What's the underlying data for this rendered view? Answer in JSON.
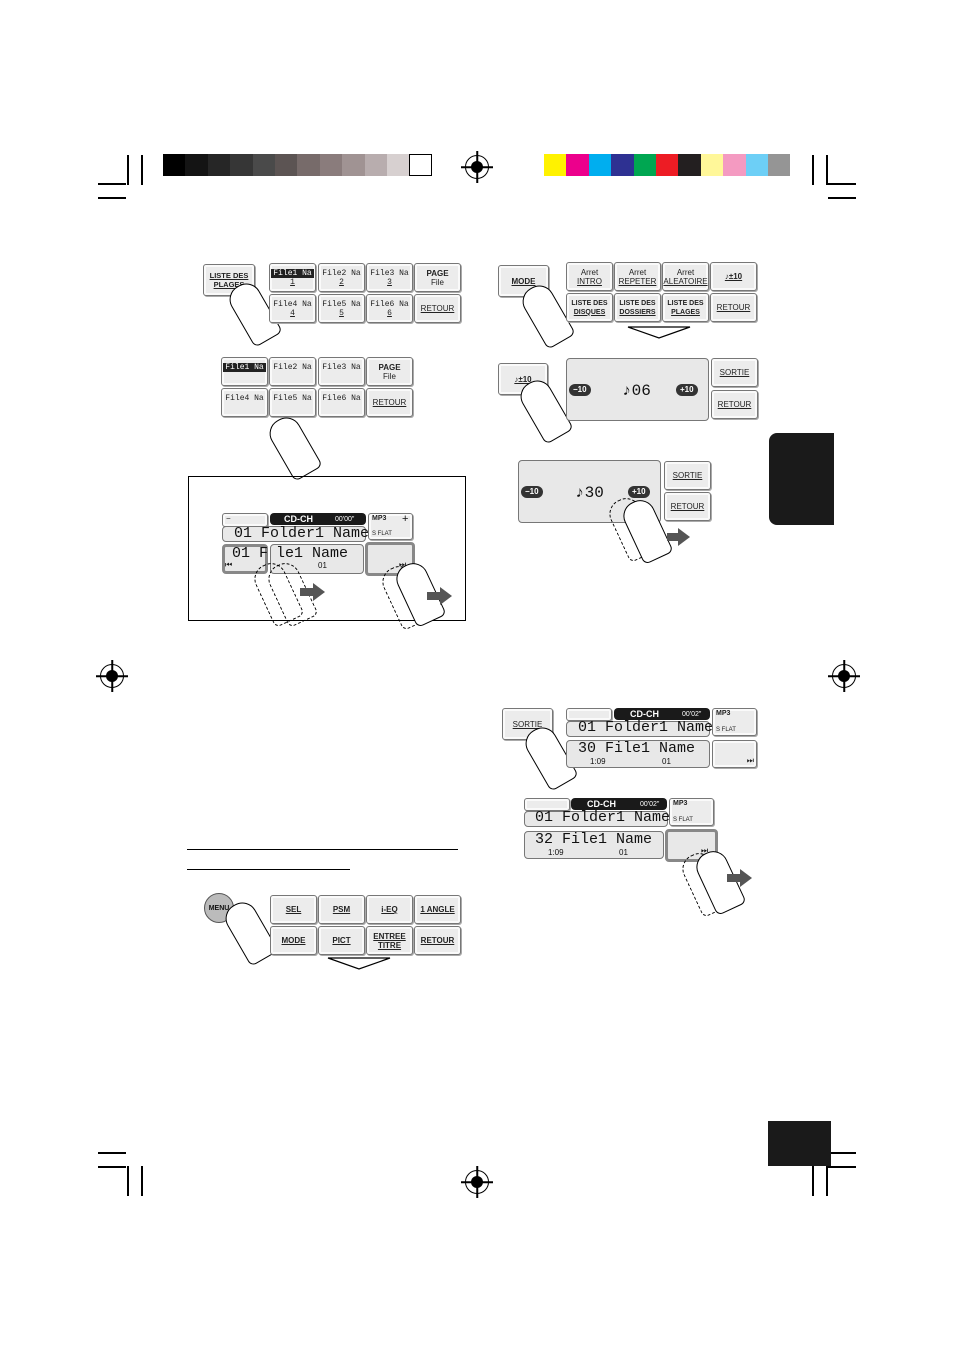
{
  "colors": {
    "gray_ramp": [
      "#000000",
      "#141414",
      "#262626",
      "#363636",
      "#4a4a4a",
      "#5c5453",
      "#776b6a",
      "#8a7c7c",
      "#a09393",
      "#b8adae",
      "#d7d0d0",
      "#ffffff"
    ],
    "color_bar": [
      "#fff200",
      "#ec008c",
      "#00aeef",
      "#2e3192",
      "#00a651",
      "#ed1c24",
      "#231f20",
      "#fff799",
      "#f49ac1",
      "#6dcff6",
      "#959595"
    ],
    "side_tab": "#1a1a1a",
    "page_box": "#1a1a1a"
  },
  "icons": [
    "registration-mark",
    "finger-pointer",
    "arrow-right",
    "down-arrow-outline"
  ],
  "panel_a": {
    "liste_des_plages": "LISTE DES PLAGES",
    "files_row1": [
      "File1 Na",
      "File2 Na",
      "File3 Na"
    ],
    "files_row2": [
      "File4 Na",
      "File5 Na",
      "File6 Na"
    ],
    "track_nums": [
      "1",
      "2",
      "3",
      "4",
      "5",
      "6"
    ],
    "page_label": "PAGE",
    "file_label": "File",
    "retour": "RETOUR"
  },
  "panel_b": {
    "files_row1": [
      "File1 Na",
      "File2 Na",
      "File3 Na"
    ],
    "files_row2": [
      "File4 Na",
      "File5 Na",
      "File6 Na"
    ],
    "page_label": "PAGE",
    "file_label": "File",
    "retour": "RETOUR"
  },
  "panel_c": {
    "minus": "−",
    "plus": "+",
    "cdch": "CD-CH",
    "time": "00'00\"",
    "mp3": "MP3",
    "sflat": "S FLAT",
    "folder": "01 Folder1 Name",
    "file_prefix": "01 F",
    "file_rest": "le1 Name",
    "counter": "01"
  },
  "panel_d": {
    "mode": "MODE",
    "row1": [
      {
        "l1": "Arret",
        "l2": "INTRO"
      },
      {
        "l1": "Arret",
        "l2": "REPETER"
      },
      {
        "l1": "Arret",
        "l2": "ALEATOIRE"
      },
      {
        "l1": "",
        "l2": "♪±10"
      }
    ],
    "row2": [
      {
        "l1": "LISTE DES",
        "l2": "DISQUES"
      },
      {
        "l1": "LISTE DES",
        "l2": "DOSSIERS"
      },
      {
        "l1": "LISTE DES",
        "l2": "PLAGES"
      },
      {
        "l1": "",
        "l2": "RETOUR"
      }
    ]
  },
  "panel_e": {
    "key": "♪±10",
    "minus10": "−10",
    "plus10": "+10",
    "value": "♪06",
    "sortie": "SORTIE",
    "retour": "RETOUR"
  },
  "panel_f": {
    "minus10": "−10",
    "plus10": "+10",
    "value": "♪30",
    "sortie": "SORTIE",
    "retour": "RETOUR"
  },
  "panel_g": {
    "sortie": "SORTIE",
    "cdch": "CD-CH",
    "time": "00'02\"",
    "mp3": "MP3",
    "sflat": "S FLAT",
    "folder": "01 Folder1 Name",
    "file": "30 File1 Name",
    "elapsed": "1:09",
    "counter": "01"
  },
  "panel_h": {
    "cdch": "CD-CH",
    "time": "00'02\"",
    "mp3": "MP3",
    "sflat": "S FLAT",
    "folder": "01 Folder1 Name",
    "file": "32 File1 Name",
    "elapsed": "1:09",
    "counter": "01"
  },
  "panel_i": {
    "menu": "MENU",
    "row1": [
      "SEL",
      "PSM",
      "i-EQ",
      "1 ANGLE"
    ],
    "row2": [
      "MODE",
      "PICT",
      "ENTREE TITRE",
      "RETOUR"
    ]
  }
}
